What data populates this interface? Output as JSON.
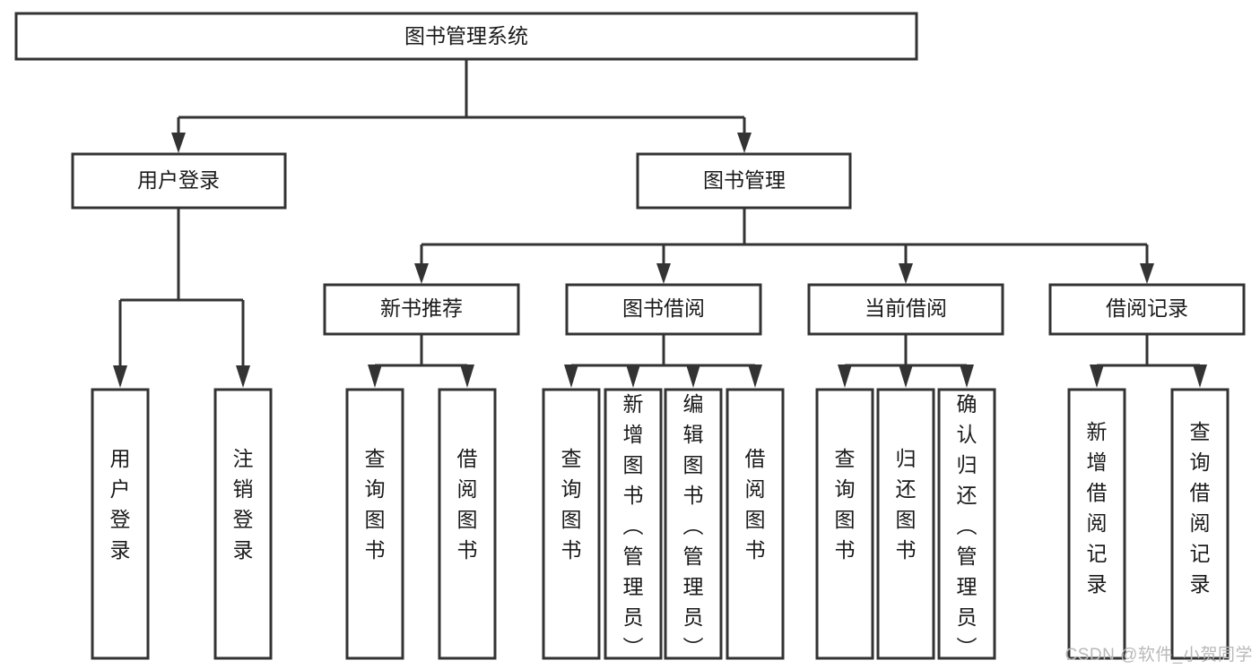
{
  "diagram": {
    "title": "图书管理系统",
    "type": "tree",
    "watermark": "CSDN @软件_小贺同学",
    "colors": {
      "stroke": "#333333",
      "fill": "#ffffff",
      "text": "#1a1a1a",
      "watermark": "#b9b9b9"
    },
    "levels": {
      "root": {
        "label": "图书管理系统"
      },
      "level2": [
        {
          "id": "user-login",
          "label": "用户登录"
        },
        {
          "id": "book-manage",
          "label": "图书管理"
        }
      ],
      "level3": [
        {
          "id": "new-book-rec",
          "label": "新书推荐",
          "parent": "book-manage"
        },
        {
          "id": "book-borrow",
          "label": "图书借阅",
          "parent": "book-manage"
        },
        {
          "id": "current-borrow",
          "label": "当前借阅",
          "parent": "book-manage"
        },
        {
          "id": "borrow-record",
          "label": "借阅记录",
          "parent": "book-manage"
        }
      ],
      "leaves": [
        {
          "id": "leaf-user-login",
          "label": "用户登录",
          "parent": "user-login"
        },
        {
          "id": "leaf-logout",
          "label": "注销登录",
          "parent": "user-login"
        },
        {
          "id": "leaf-query-book-1",
          "label": "查询图书",
          "parent": "new-book-rec"
        },
        {
          "id": "leaf-borrow-book-1",
          "label": "借阅图书",
          "parent": "new-book-rec"
        },
        {
          "id": "leaf-query-book-2",
          "label": "查询图书",
          "parent": "book-borrow"
        },
        {
          "id": "leaf-add-book",
          "label": "新增图书（管理员）",
          "parent": "book-borrow"
        },
        {
          "id": "leaf-edit-book",
          "label": "编辑图书（管理员）",
          "parent": "book-borrow"
        },
        {
          "id": "leaf-borrow-book-2",
          "label": "借阅图书",
          "parent": "book-borrow"
        },
        {
          "id": "leaf-query-book-3",
          "label": "查询图书",
          "parent": "current-borrow"
        },
        {
          "id": "leaf-return-book",
          "label": "归还图书",
          "parent": "current-borrow"
        },
        {
          "id": "leaf-confirm-return",
          "label": "确认归还（管理员）",
          "parent": "current-borrow"
        },
        {
          "id": "leaf-add-record",
          "label": "新增借阅记录",
          "parent": "borrow-record"
        },
        {
          "id": "leaf-query-record",
          "label": "查询借阅记录",
          "parent": "borrow-record"
        }
      ]
    }
  }
}
